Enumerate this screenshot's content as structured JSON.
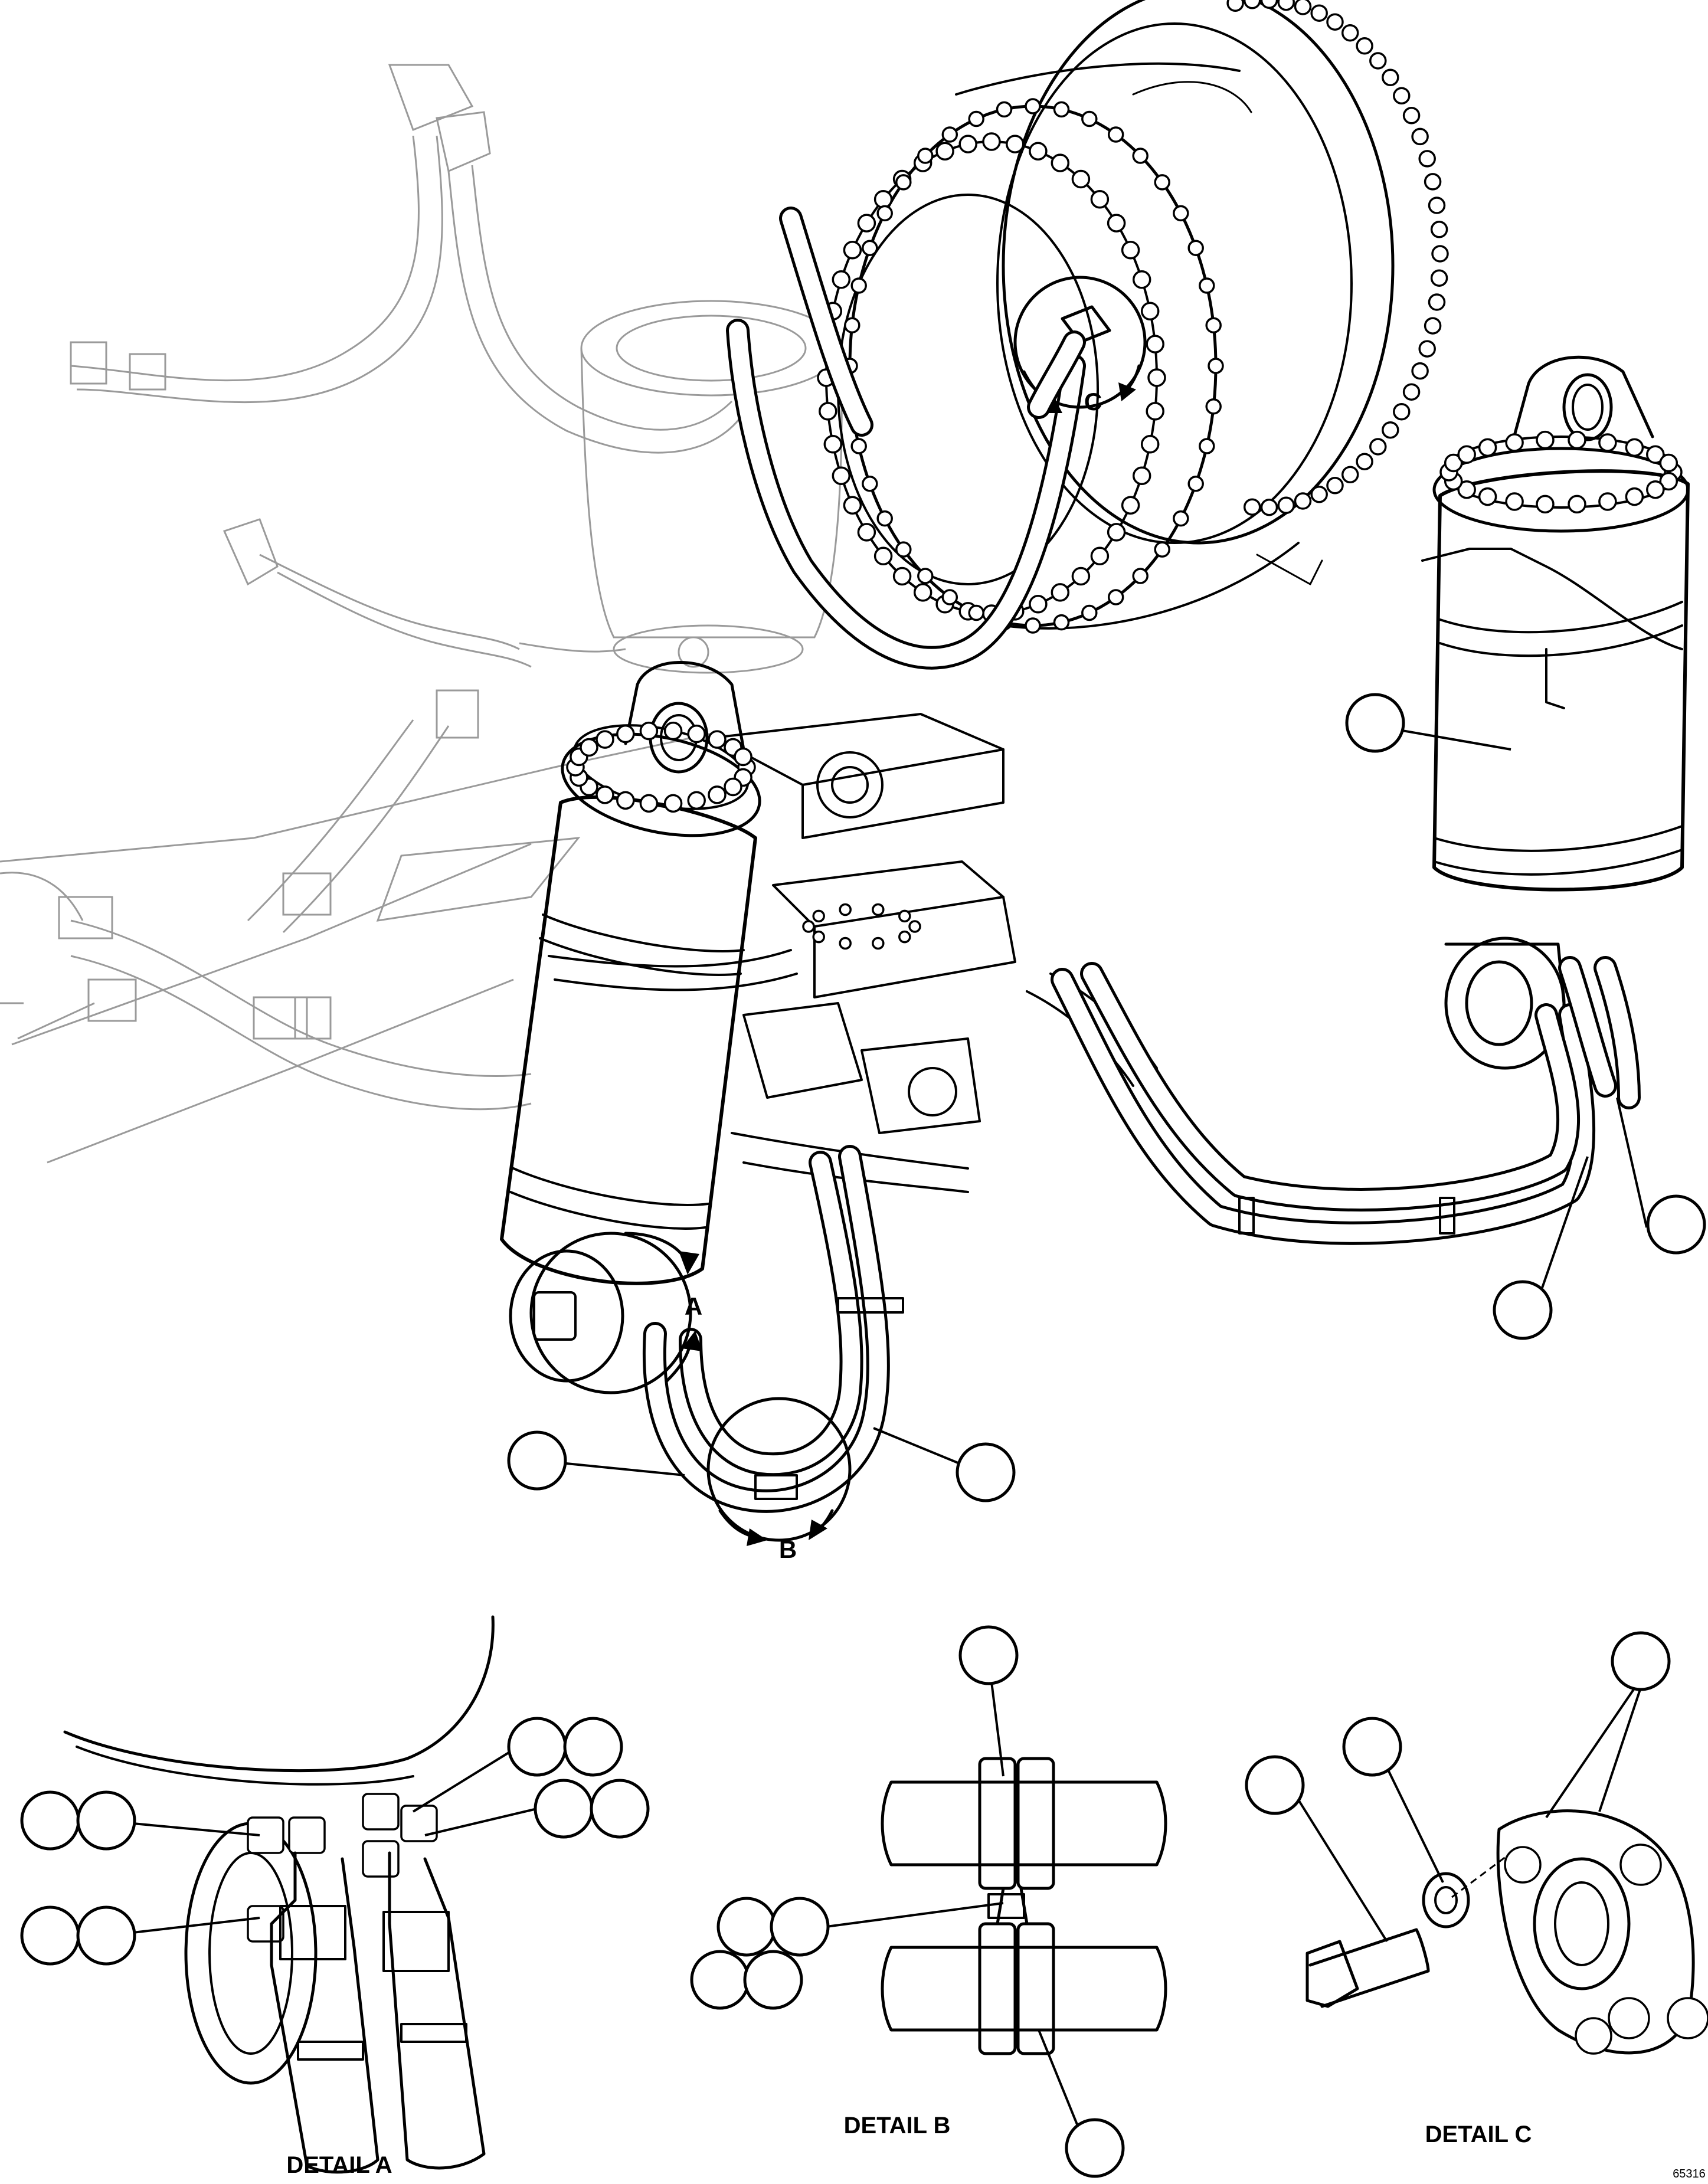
{
  "detail_markers": {
    "a": "A",
    "b": "B",
    "c": "C"
  },
  "detail_captions": {
    "a": "DETAIL A",
    "b": "DETAIL B",
    "c": "DETAIL C"
  },
  "figure_id": "65316"
}
